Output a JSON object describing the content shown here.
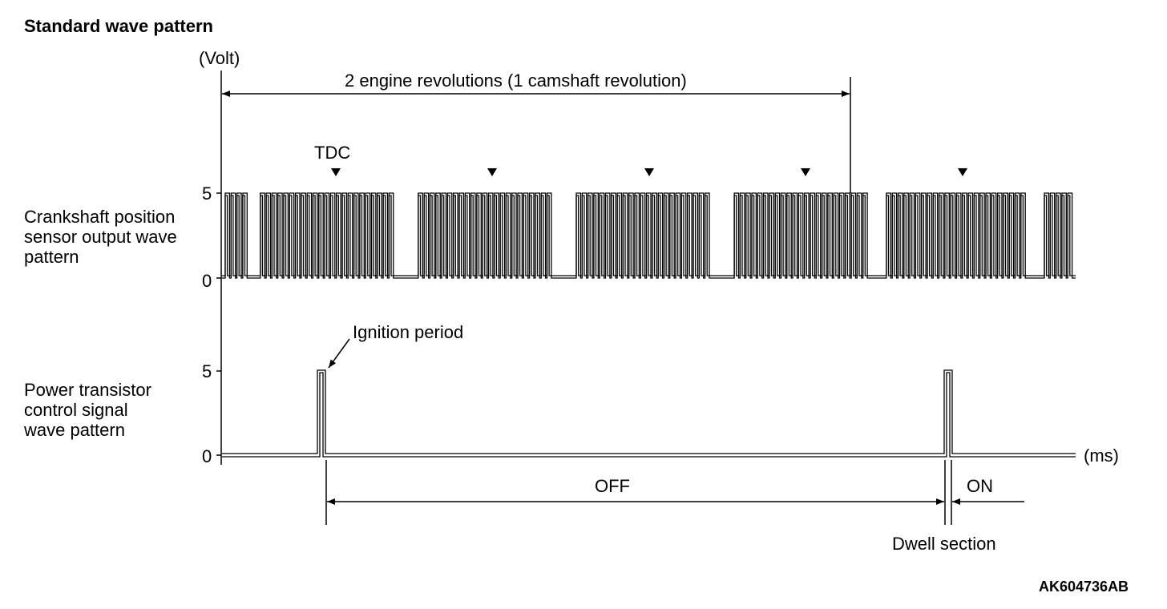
{
  "title": "Standard wave pattern",
  "y_unit": "(Volt)",
  "x_unit": "(ms)",
  "span_label": "2 engine revolutions (1 camshaft revolution)",
  "tdc_label": "TDC",
  "crank_label": [
    "Crankshaft position",
    "sensor output wave",
    "pattern"
  ],
  "power_label": [
    "Power transistor",
    "control signal",
    "wave pattern"
  ],
  "tick_5": "5",
  "tick_0": "0",
  "ignition_label": "Ignition period",
  "off_label": "OFF",
  "on_label": "ON",
  "dwell_label": "Dwell section",
  "figure_code": "AK604736AB",
  "colors": {
    "ink": "#000000",
    "background": "#ffffff"
  }
}
